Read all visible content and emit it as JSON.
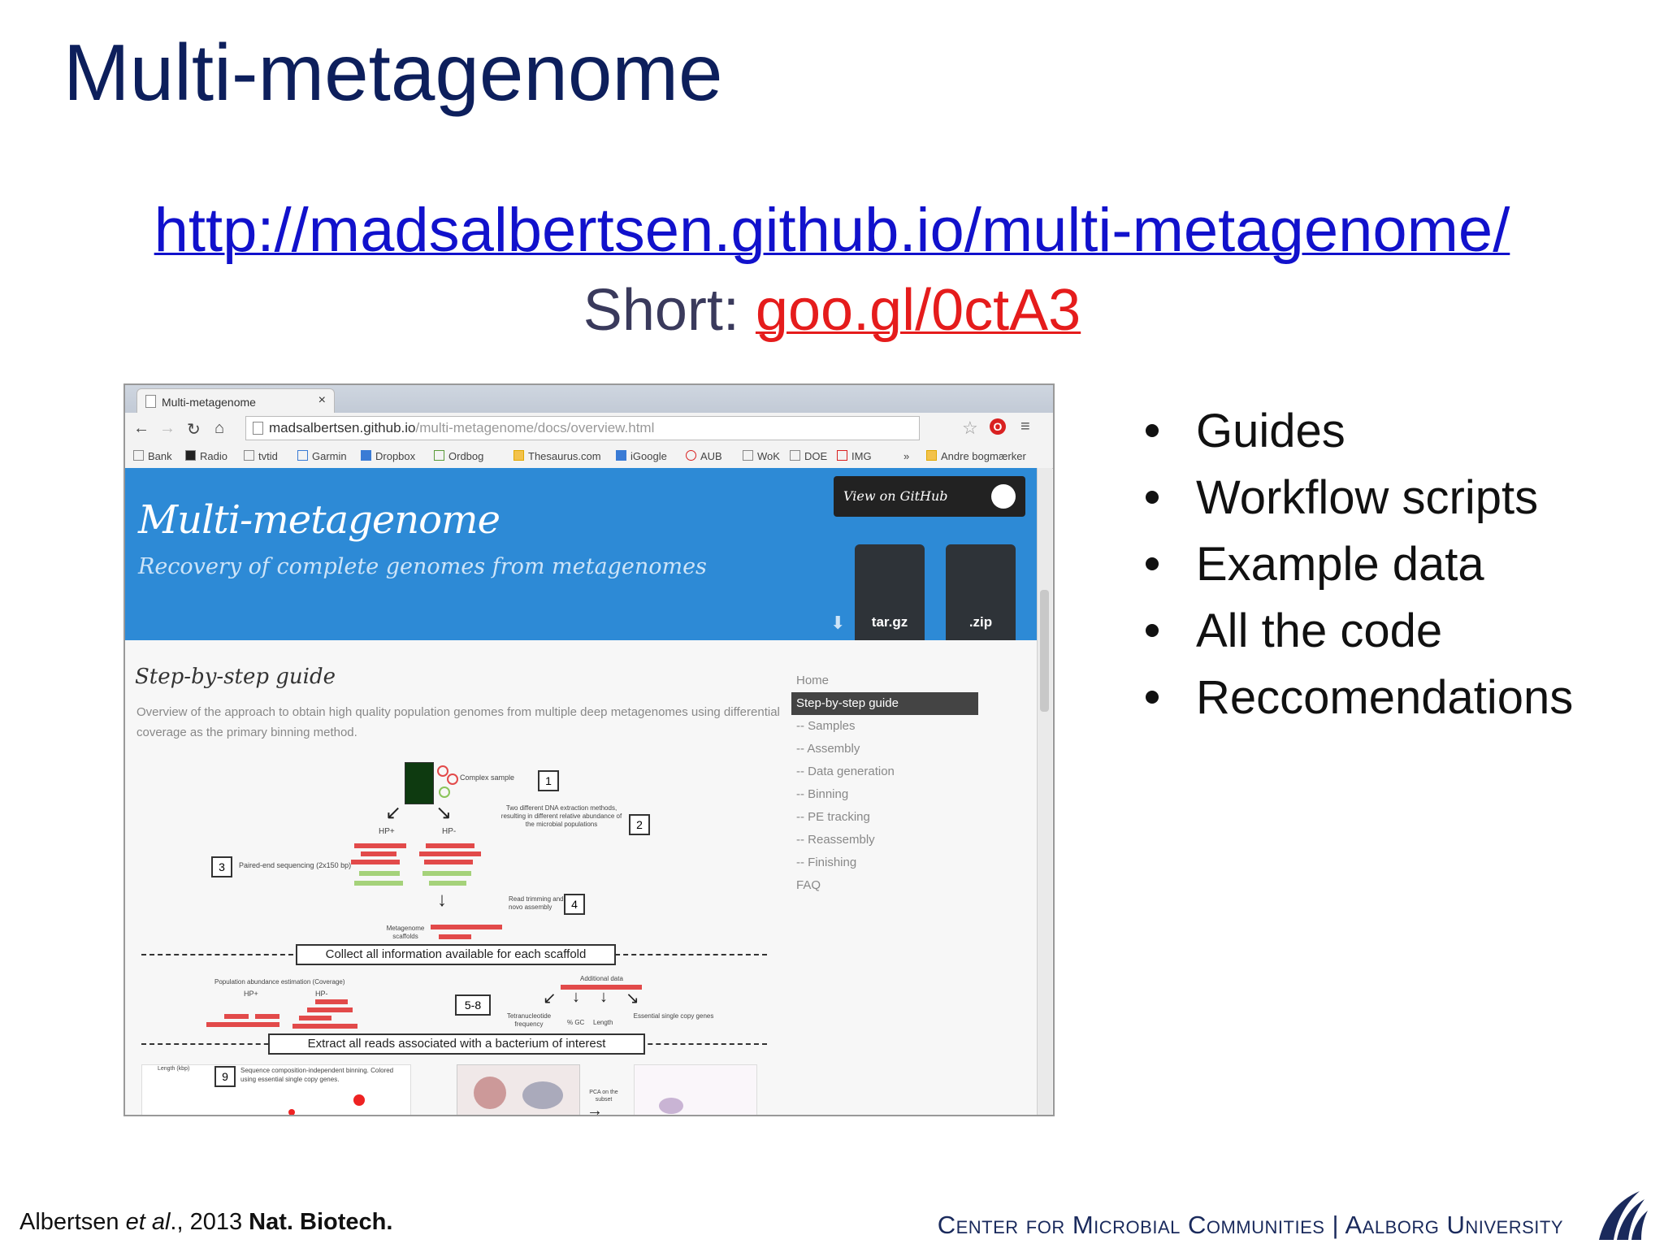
{
  "slide": {
    "title": "Multi-metagenome",
    "url": "http://madsalbertsen.github.io/multi-metagenome/",
    "short_label": "Short: ",
    "short_url": "goo.gl/0ctA3"
  },
  "browser": {
    "tab_title": "Multi-metagenome",
    "tab_close": "×",
    "address_host": "madsalbertsen.github.io",
    "address_path": "/multi-metagenome/docs/overview.html",
    "bookmarks": [
      "Bank",
      "Radio",
      "tvtid",
      "Garmin",
      "Dropbox",
      "Ordbog",
      "Thesaurus.com",
      "iGoogle",
      "AUB",
      "WoK",
      "DOE",
      "IMG",
      "»",
      "Andre bogmærker"
    ]
  },
  "site": {
    "title": "Multi-metagenome",
    "subtitle": "Recovery of complete genomes from metagenomes",
    "view_on_github": "View on GitHub",
    "download_targz": "tar.gz",
    "download_zip": ".zip",
    "guide_heading": "Step-by-step guide",
    "guide_description": "Overview of the approach to obtain high quality population genomes from multiple deep metagenomes using differential coverage as the primary binning method.",
    "nav": [
      "Home",
      "Step-by-step guide",
      "-- Samples",
      "-- Assembly",
      "-- Data generation",
      "-- Binning",
      "-- PE tracking",
      "-- Reassembly",
      "-- Finishing",
      "FAQ"
    ],
    "nav_active": "Step-by-step guide",
    "figure": {
      "complex_sample": "Complex sample",
      "dna_extraction": "Two different DNA extraction methods, resulting in different relative abundance of the microbial populations",
      "hp_plus": "HP+",
      "hp_minus": "HP-",
      "sequencing": "Paired-end sequencing (2x150 bp)",
      "trimming": "Read trimming and de novo assembly",
      "scaffolds": "Metagenome scaffolds",
      "collect_banner": "Collect all information available for each scaffold",
      "abundance": "Population abundance estimation (Coverage)",
      "additional": "Additional data",
      "tetra": "Tetranucleotide frequency",
      "gc": "% GC",
      "length": "Length",
      "essential": "Essential single copy genes",
      "extract_banner": "Extract all reads associated with a bacterium of interest",
      "binning_note": "Sequence composition-independent binning. Colored using essential single copy genes.",
      "length_kbp": "Length (kbp)",
      "pca_note": "PCA on the subset",
      "step1": "1",
      "step2": "2",
      "step3": "3",
      "step4": "4",
      "step58": "5-8",
      "step9": "9"
    }
  },
  "bullets": [
    "Guides",
    "Workflow scripts",
    "Example data",
    "All the code",
    "Reccomendations"
  ],
  "footer": {
    "citation_authors": "Albertsen ",
    "citation_etal": "et al",
    "citation_year": "., 2013 ",
    "citation_journal": "Nat. Biotech.",
    "institution": "Center for Microbial Communities | Aalborg University"
  },
  "colors": {
    "title": "#0d1f5c",
    "link": "#1111cc",
    "short_url": "#e51c1c",
    "github_header": "#2d8ad6"
  }
}
